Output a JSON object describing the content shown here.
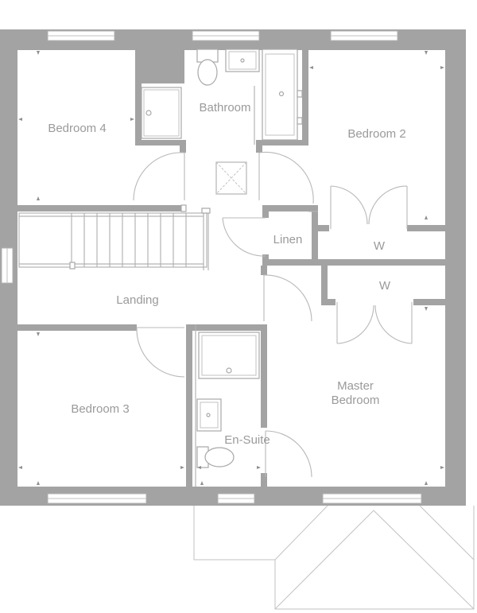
{
  "rooms": {
    "bedroom4": "Bedroom 4",
    "bathroom": "Bathroom",
    "bedroom2": "Bedroom 2",
    "linen": "Linen",
    "wardrobe_upper": "W",
    "wardrobe_lower": "W",
    "landing": "Landing",
    "bedroom3": "Bedroom 3",
    "master_line1": "Master",
    "master_line2": "Bedroom",
    "ensuite": "En-Suite"
  },
  "colors": {
    "wall": "#a3a3a3",
    "label": "#9a9a9a",
    "background": "#ffffff"
  }
}
